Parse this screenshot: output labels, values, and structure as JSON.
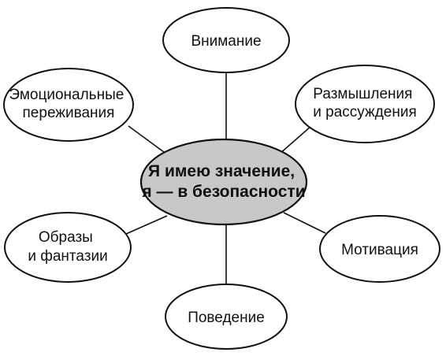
{
  "colors": {
    "stroke": "#111111",
    "center_fill": "#c8c8c8",
    "node_fill": "#ffffff"
  },
  "center": {
    "lines": [
      "Я имею значение,",
      "я — в безопасности"
    ]
  },
  "nodes": [
    {
      "id": "attention",
      "lines": [
        "Внимание"
      ]
    },
    {
      "id": "reflection",
      "lines": [
        "Размышления",
        "и рассуждения"
      ]
    },
    {
      "id": "motivation",
      "lines": [
        "Мотивация"
      ]
    },
    {
      "id": "behavior",
      "lines": [
        "Поведение"
      ]
    },
    {
      "id": "images",
      "lines": [
        "Образы",
        "и фантазии"
      ]
    },
    {
      "id": "emotions",
      "lines": [
        "Эмоциональные",
        "переживания"
      ]
    }
  ]
}
